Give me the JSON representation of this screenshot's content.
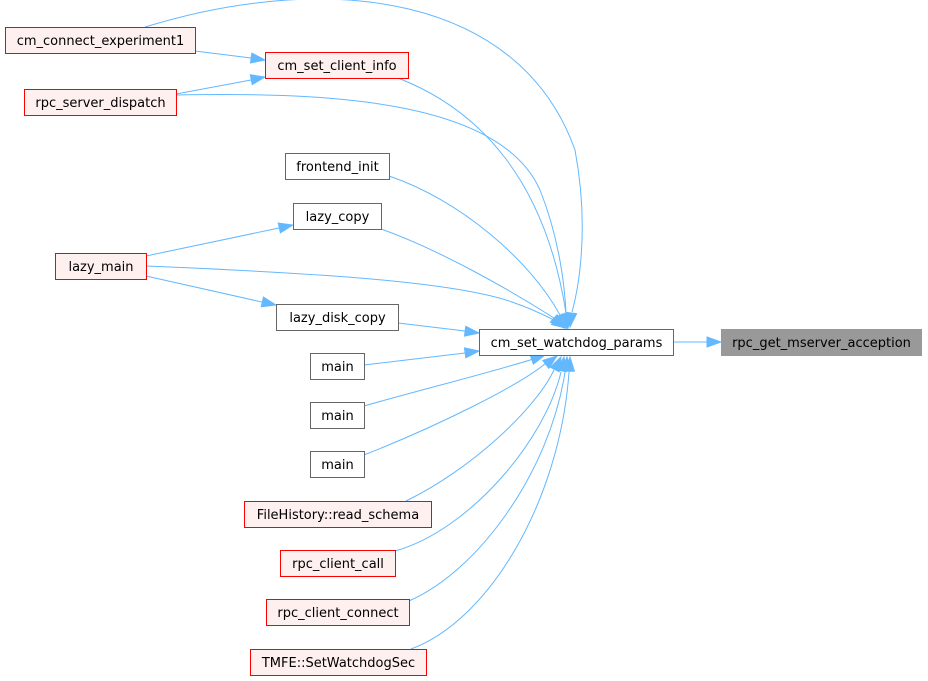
{
  "colors": {
    "edge": "#63b8ff",
    "node_border_default": "#666666",
    "node_fill_default": "#ffffff",
    "node_border_truncated": "#ff0000",
    "node_fill_truncated": "#fff0f0",
    "node_border_root": "#999999",
    "node_fill_root": "#999999"
  },
  "graph": {
    "nodes": [
      {
        "id": "n_cm_connect_experiment1",
        "label": "cm_connect_experiment1",
        "style": "truncated"
      },
      {
        "id": "n_cm_set_client_info",
        "label": "cm_set_client_info",
        "style": "truncated"
      },
      {
        "id": "n_rpc_server_dispatch",
        "label": "rpc_server_dispatch",
        "style": "truncated"
      },
      {
        "id": "n_frontend_init",
        "label": "frontend_init",
        "style": "default"
      },
      {
        "id": "n_lazy_copy",
        "label": "lazy_copy",
        "style": "default"
      },
      {
        "id": "n_lazy_main",
        "label": "lazy_main",
        "style": "truncated"
      },
      {
        "id": "n_lazy_disk_copy",
        "label": "lazy_disk_copy",
        "style": "default"
      },
      {
        "id": "n_main_1",
        "label": "main",
        "style": "default"
      },
      {
        "id": "n_main_2",
        "label": "main",
        "style": "default"
      },
      {
        "id": "n_main_3",
        "label": "main",
        "style": "default"
      },
      {
        "id": "n_filehistory_read_schema",
        "label": "FileHistory::read_schema",
        "style": "truncated"
      },
      {
        "id": "n_rpc_client_call",
        "label": "rpc_client_call",
        "style": "truncated"
      },
      {
        "id": "n_rpc_client_connect",
        "label": "rpc_client_connect",
        "style": "truncated"
      },
      {
        "id": "n_tmfe_setwatchdogsec",
        "label": "TMFE::SetWatchdogSec",
        "style": "truncated"
      },
      {
        "id": "n_cm_set_watchdog_params",
        "label": "cm_set_watchdog_params",
        "style": "default"
      },
      {
        "id": "n_rpc_get_mserver_acception",
        "label": "rpc_get_mserver_acception",
        "style": "root"
      }
    ],
    "edges": [
      {
        "from": "n_cm_set_watchdog_params",
        "to": "n_rpc_get_mserver_acception"
      },
      {
        "from": "n_cm_connect_experiment1",
        "to": "n_cm_set_watchdog_params"
      },
      {
        "from": "n_cm_set_client_info",
        "to": "n_cm_set_watchdog_params"
      },
      {
        "from": "n_rpc_server_dispatch",
        "to": "n_cm_set_watchdog_params"
      },
      {
        "from": "n_frontend_init",
        "to": "n_cm_set_watchdog_params"
      },
      {
        "from": "n_lazy_copy",
        "to": "n_cm_set_watchdog_params"
      },
      {
        "from": "n_lazy_main",
        "to": "n_cm_set_watchdog_params"
      },
      {
        "from": "n_lazy_disk_copy",
        "to": "n_cm_set_watchdog_params"
      },
      {
        "from": "n_main_1",
        "to": "n_cm_set_watchdog_params"
      },
      {
        "from": "n_main_2",
        "to": "n_cm_set_watchdog_params"
      },
      {
        "from": "n_main_3",
        "to": "n_cm_set_watchdog_params"
      },
      {
        "from": "n_filehistory_read_schema",
        "to": "n_cm_set_watchdog_params"
      },
      {
        "from": "n_rpc_client_call",
        "to": "n_cm_set_watchdog_params"
      },
      {
        "from": "n_rpc_client_connect",
        "to": "n_cm_set_watchdog_params"
      },
      {
        "from": "n_tmfe_setwatchdogsec",
        "to": "n_cm_set_watchdog_params"
      },
      {
        "from": "n_cm_connect_experiment1",
        "to": "n_cm_set_client_info"
      },
      {
        "from": "n_rpc_server_dispatch",
        "to": "n_cm_set_client_info"
      },
      {
        "from": "n_lazy_main",
        "to": "n_lazy_copy"
      },
      {
        "from": "n_lazy_main",
        "to": "n_lazy_disk_copy"
      }
    ]
  }
}
